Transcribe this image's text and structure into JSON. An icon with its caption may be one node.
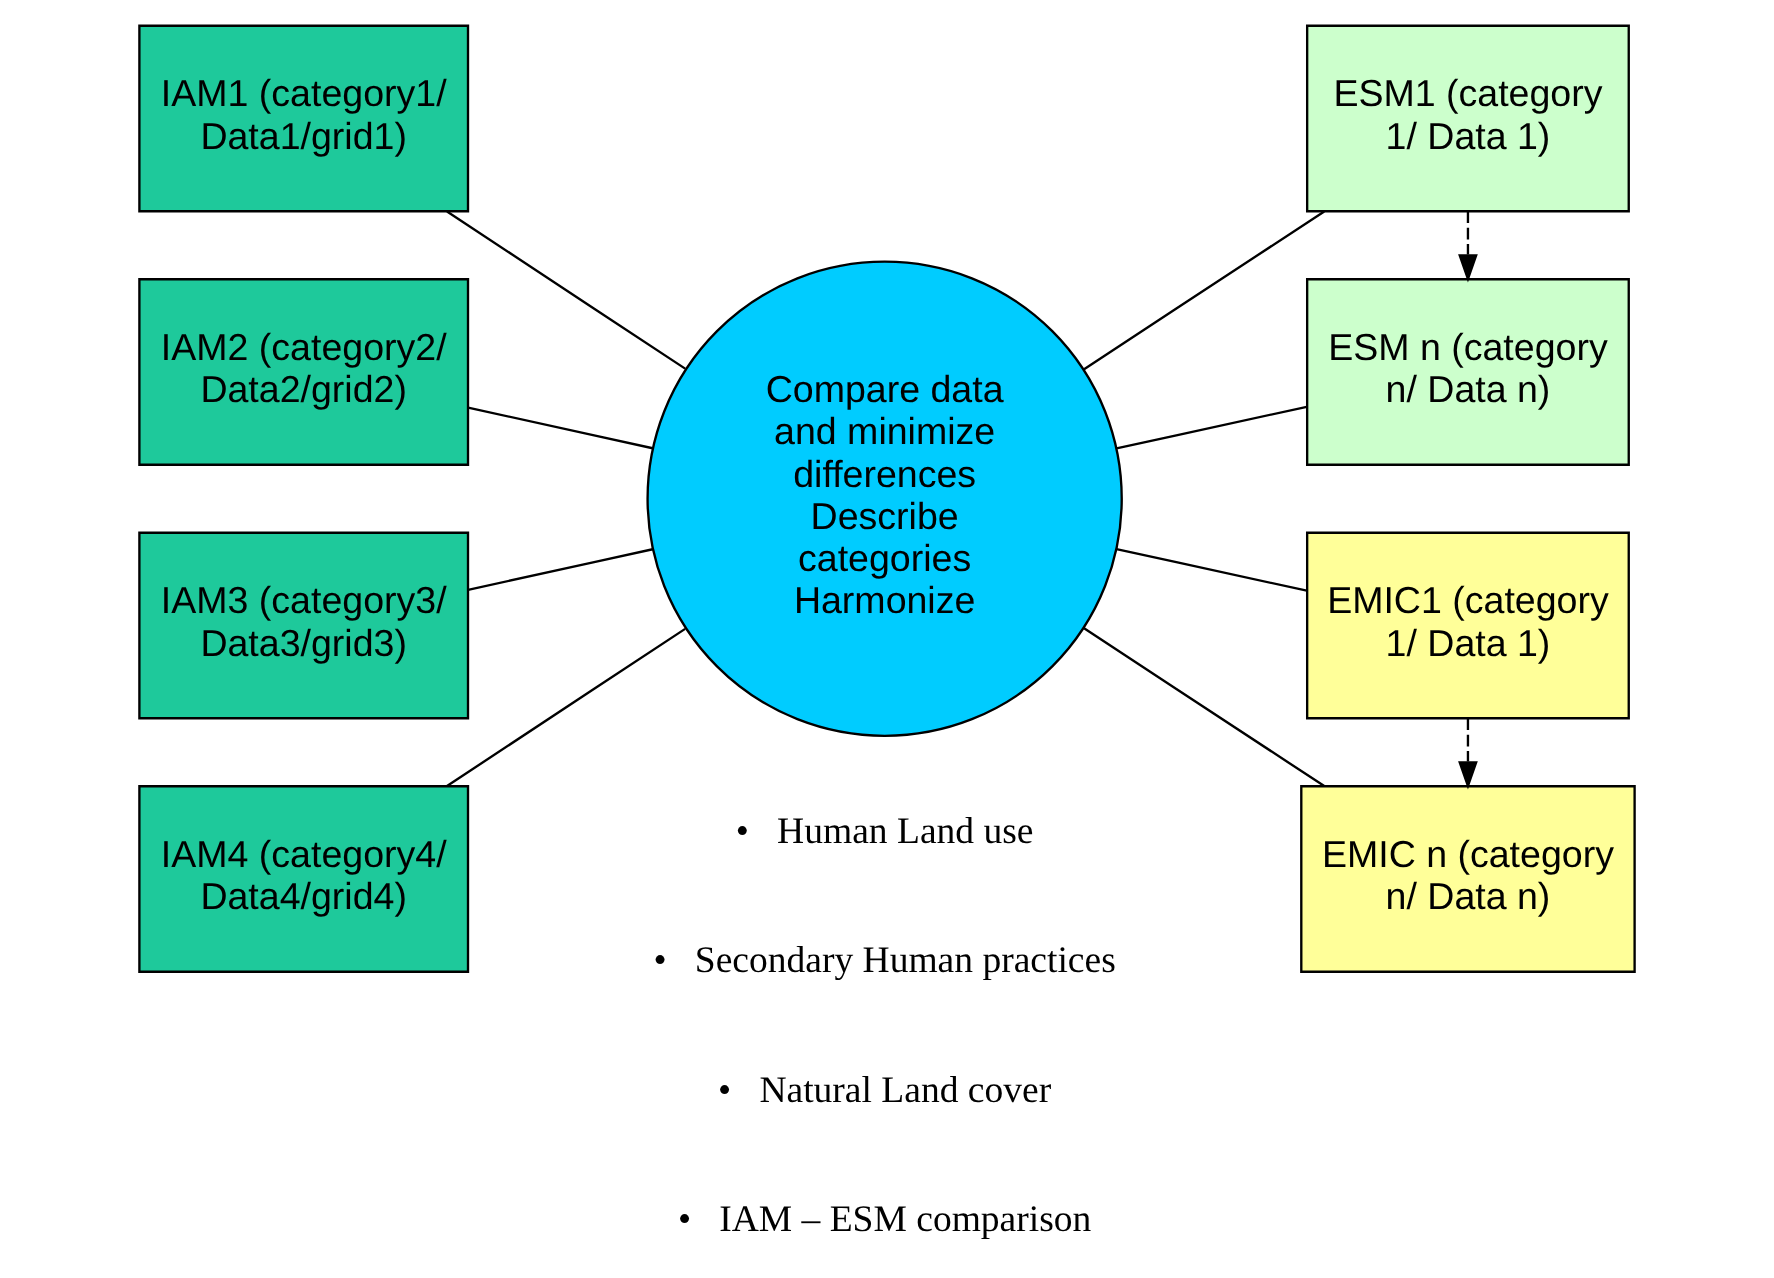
{
  "diagram": {
    "nodes": [
      {
        "text": [
          "IAM1 (category1/ Data1/grid1)"
        ]
      },
      {
        "text": [
          "IAM2 (category2/ Data2/grid2)"
        ]
      },
      {
        "text": [
          "IAM3 (category3/ Data3/grid3)"
        ]
      },
      {
        "text": [
          "IAM4 (category4/ Data4/grid4)"
        ]
      },
      {
        "text": [
          "Compare data and minimize differences Describe categories Harmonize"
        ]
      },
      {
        "text": [
          "ESM1 (category 1/ Data 1)"
        ]
      },
      {
        "text": [
          "ESM n (category n/ Data n)"
        ]
      },
      {
        "text": [
          "EMIC1 (category 1/ Data 1)"
        ]
      },
      {
        "text": [
          "EMIC n (category n/ Data n)"
        ]
      }
    ],
    "edges": [
      {
        "from": 0,
        "to": 4,
        "arrow": "none"
      },
      {
        "from": 1,
        "to": 4,
        "arrow": "none"
      },
      {
        "from": 2,
        "to": 4,
        "arrow": "none"
      },
      {
        "from": 3,
        "to": 4,
        "arrow": "none"
      },
      {
        "from": 4,
        "to": 5,
        "arrow": "none"
      },
      {
        "from": 4,
        "to": 6,
        "arrow": "none"
      },
      {
        "from": 4,
        "to": 7,
        "arrow": "none"
      },
      {
        "from": 4,
        "to": 8,
        "arrow": "none"
      },
      {
        "from": 5,
        "to": 6,
        "arrow": "to",
        "style": "dashed"
      },
      {
        "from": 7,
        "to": 8,
        "arrow": "to",
        "style": "dashed"
      }
    ],
    "labels": [
      "•   Human Land use",
      "•   Secondary Human practices",
      "•   Natural Land cover",
      "•   IAM – ESM comparison"
    ]
  }
}
